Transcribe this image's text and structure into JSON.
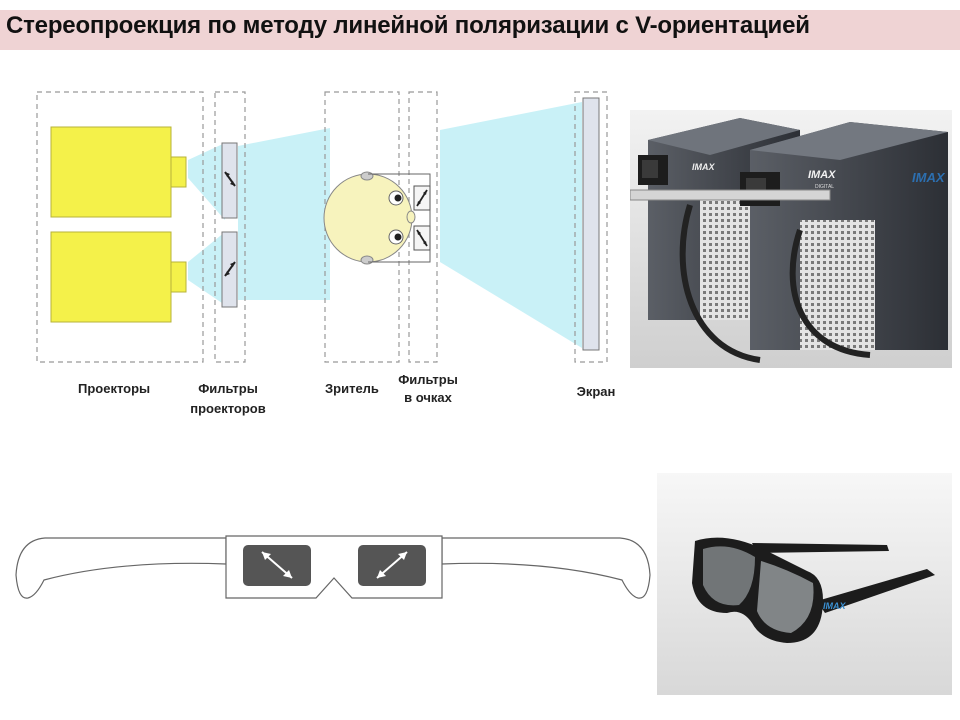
{
  "slide": {
    "title": "Стереопроекция по методу линейной поляризации с V-ориентацией"
  },
  "diagram": {
    "labels": {
      "projectors": "Проекторы",
      "projector_filters_line1": "Фильтры",
      "projector_filters_line2": "проекторов",
      "viewer": "Зритель",
      "glasses_filters_line1": "Фильтры",
      "glasses_filters_line2": "в очках",
      "screen": "Экран"
    }
  },
  "photos": {
    "projector_brand": "IMAX",
    "projector_sub": "DIGITAL",
    "glasses_brand": "IMAX"
  },
  "colors": {
    "title_bg": "#efd3d4",
    "projector_fill": "#f4f14a",
    "beam": "#c9f1f7",
    "filter_fill": "#dfe3ec",
    "head_fill": "#f7f3bd",
    "lens_fill": "#555555"
  }
}
